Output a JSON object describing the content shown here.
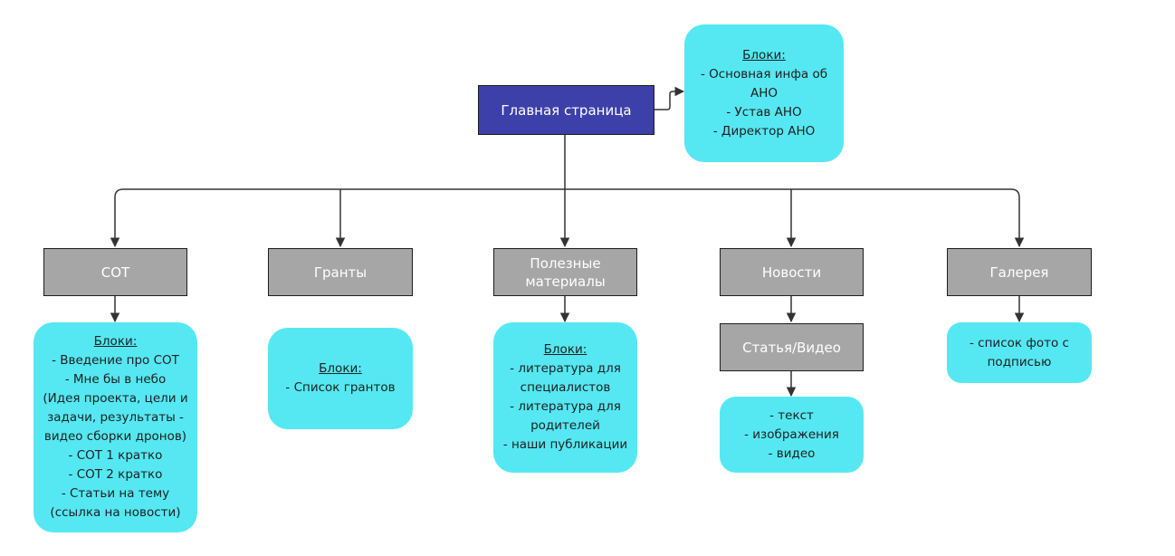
{
  "main": {
    "label": "Главная страница"
  },
  "main_note": {
    "heading": "Блоки:",
    "lines": [
      "- Основная инфа об",
      "АНО",
      "- Устав АНО",
      "- Директор АНО"
    ]
  },
  "sections": [
    {
      "label": "СОТ",
      "note": {
        "heading": "Блоки:",
        "lines": [
          "- Введение про СОТ",
          "- Мне бы в небо",
          "(Идея проекта, цели и",
          "задачи, результаты -",
          "видео сборки дронов)",
          "- СОТ 1 кратко",
          "- СОТ 2 кратко",
          "- Статьи на тему",
          "(ссылка на новости)"
        ]
      }
    },
    {
      "label": "Гранты",
      "note": {
        "heading": "Блоки:",
        "lines": [
          "- Список грантов"
        ]
      }
    },
    {
      "label": "Полезные материалы",
      "label_lines": [
        "Полезные",
        "материалы"
      ],
      "note": {
        "heading": "Блоки:",
        "lines": [
          "- литература для",
          "специалистов",
          "- литература для",
          "родителей",
          "- наши публикации"
        ]
      }
    },
    {
      "label": "Новости",
      "sub": {
        "label": "Статья/Видео"
      },
      "note": {
        "heading": "",
        "lines": [
          "- текст",
          "- изображения",
          "- видео"
        ]
      }
    },
    {
      "label": "Галерея",
      "note": {
        "heading": "",
        "lines": [
          "- список фото с",
          "подписью"
        ]
      }
    }
  ],
  "colors": {
    "main_fill": "#3c40a8",
    "section_fill": "#a6a6a6",
    "note_fill": "#55e8f2",
    "connector": "#333333"
  }
}
